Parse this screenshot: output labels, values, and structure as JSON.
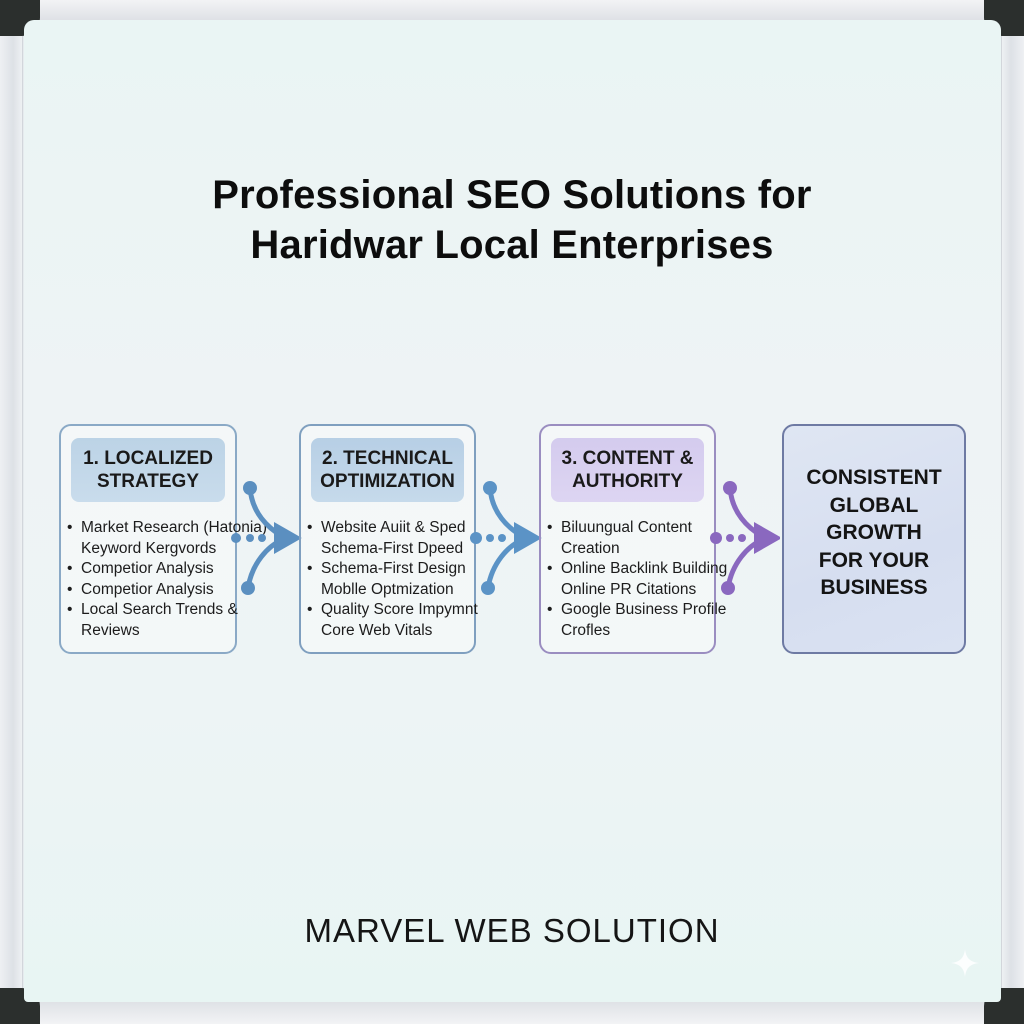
{
  "title": {
    "line1": "Professional SEO Solutions for",
    "line2": "Haridwar Local Enterprises"
  },
  "steps": [
    {
      "heading": [
        "1. LOCALIZED",
        "STRATEGY"
      ],
      "items": [
        {
          "text": "Market Research (Hatonia)",
          "bullet": true
        },
        {
          "text": "Keyword Kergvords",
          "bullet": false
        },
        {
          "text": "Competior Analysis",
          "bullet": true
        },
        {
          "text": "Competior Analysis",
          "bullet": true
        },
        {
          "text": "Local Search Trends &",
          "bullet": true
        },
        {
          "text": "Reviews",
          "bullet": false
        }
      ]
    },
    {
      "heading": [
        "2. TECHNICAL",
        "OPTIMIZATION"
      ],
      "items": [
        {
          "text": "Website Auiit & Sped",
          "bullet": true
        },
        {
          "text": "Schema-First Dpeed",
          "bullet": false
        },
        {
          "text": "Schema-First Design",
          "bullet": true
        },
        {
          "text": "Moblle Optmization",
          "bullet": false
        },
        {
          "text": "Quality Score Impymnt",
          "bullet": true
        },
        {
          "text": "Core Web Vitals",
          "bullet": false
        }
      ]
    },
    {
      "heading": [
        "3. CONTENT &",
        "AUTHORITY"
      ],
      "items": [
        {
          "text": "Biluungual Content",
          "bullet": true
        },
        {
          "text": "Creation",
          "bullet": false
        },
        {
          "text": "Online Backlink Building",
          "bullet": true
        },
        {
          "text": "Online PR Citations",
          "bullet": false
        },
        {
          "text": "Google Business Profile",
          "bullet": true
        },
        {
          "text": "Crofles",
          "bullet": false
        }
      ]
    }
  ],
  "goal": {
    "lines": [
      "CONSISTENT",
      "GLOBAL",
      "GROWTH",
      "FOR YOUR",
      "BUSINESS"
    ]
  },
  "connectors": [
    {
      "icon": "merge-arrow-icon",
      "color": "#5b8fc0"
    },
    {
      "icon": "merge-arrow-icon",
      "color": "#5b93c6"
    },
    {
      "icon": "merge-arrow-icon",
      "color": "#8a68bf"
    }
  ],
  "colors": {
    "blue_accent": "#5b8fc0",
    "purple_accent": "#8a68bf",
    "board_bg": "#edf4f5",
    "goal_bg": "#d9e1f1"
  },
  "footer": {
    "brand": "MARVEL WEB SOLUTION"
  }
}
